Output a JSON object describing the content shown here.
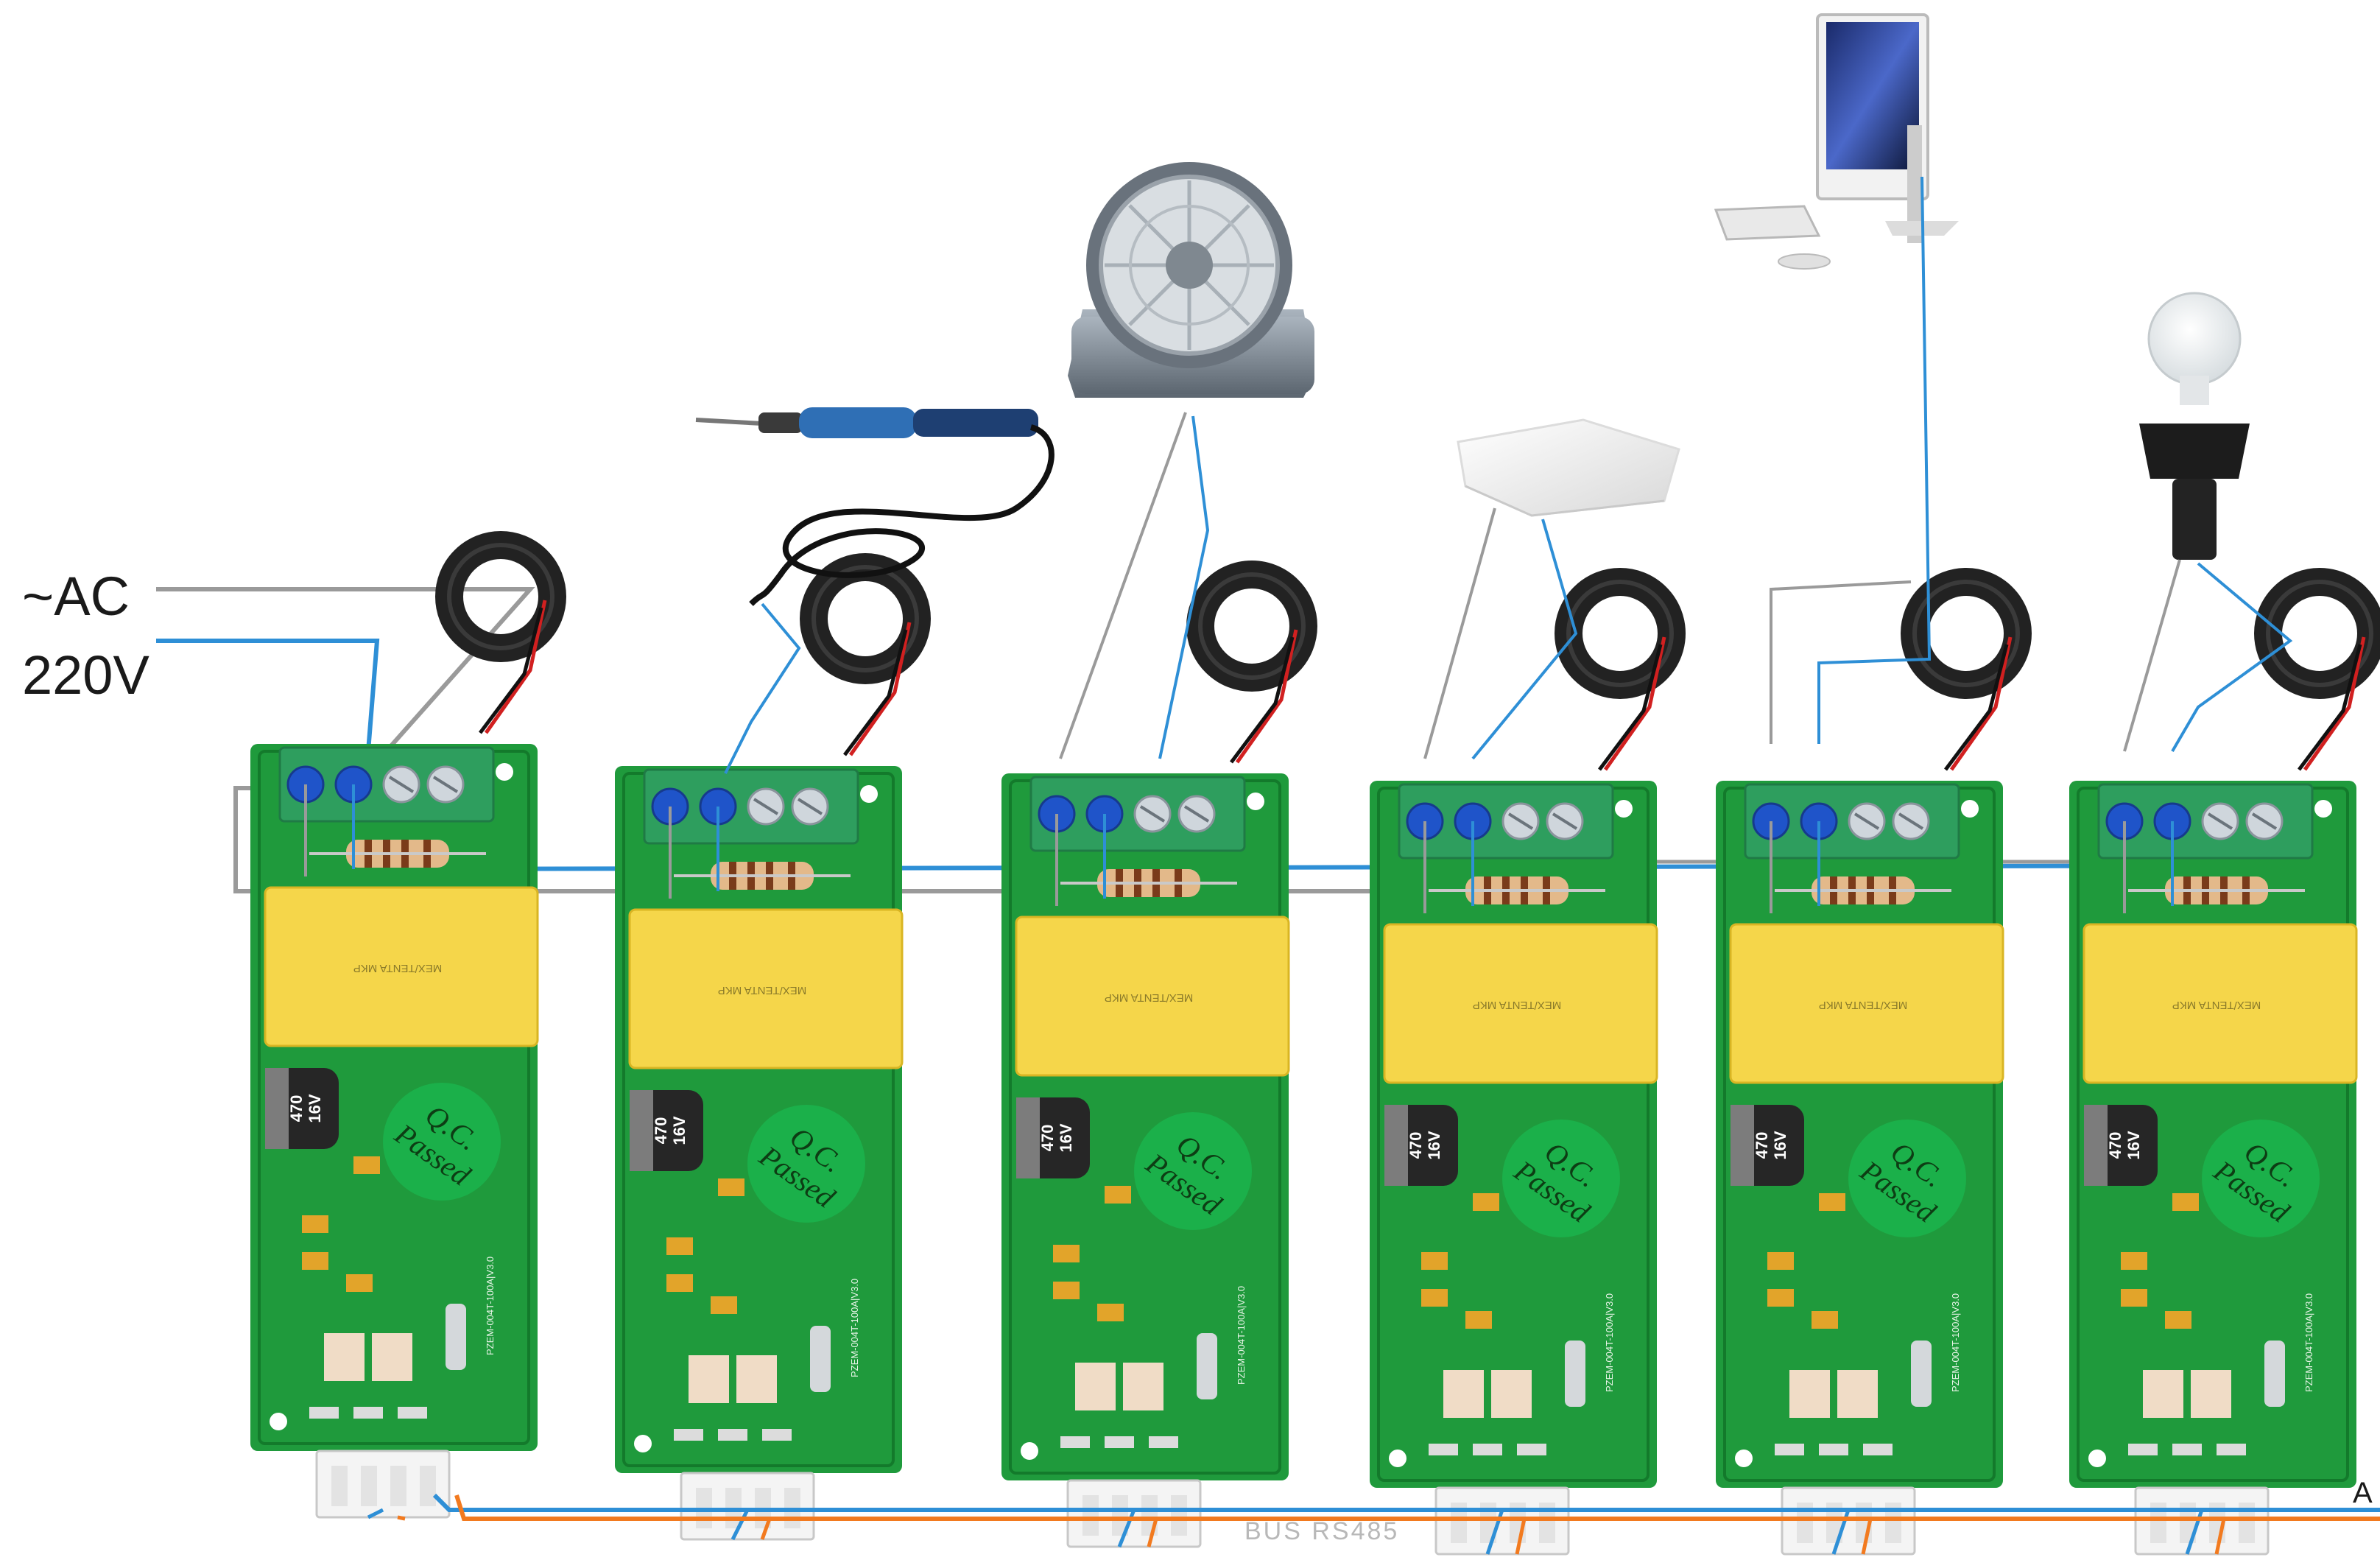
{
  "labels": {
    "ac": "~AC",
    "voltage": "220V",
    "bus": "BUS RS485",
    "edge": "A"
  },
  "module": {
    "qc_line1": "Q.C.",
    "qc_line2": "Passed",
    "cap_value": "470",
    "cap_voltage": "16V",
    "board_text": "PZEM-004T-100A|V3.0",
    "relay_text": "MEX/TENTA MKP"
  },
  "modules": [
    {
      "id": 1,
      "load": "none",
      "load_icon": "ac-mains-source"
    },
    {
      "id": 2,
      "load": "soldering iron",
      "load_icon": "soldering-iron-icon"
    },
    {
      "id": 3,
      "load": "electric fan",
      "load_icon": "fan-icon"
    },
    {
      "id": 4,
      "load": "ceiling lamp",
      "load_icon": "ceiling-lamp-icon"
    },
    {
      "id": 5,
      "load": "desktop computer",
      "load_icon": "computer-icon"
    },
    {
      "id": 6,
      "load": "light bulb",
      "load_icon": "light-bulb-icon"
    }
  ],
  "colors": {
    "pcb": "#1f9a3c",
    "pcb_dark": "#137a2b",
    "terminal_block": "#2e9e5e",
    "terminal_blue": "#1f54c9",
    "relay": "#f5d64a",
    "qc_sticker": "#1bb04a",
    "wire_blue": "#2e8fd6",
    "wire_gray": "#9a9a9a",
    "wire_orange": "#f27a1f",
    "coil": "#222222"
  }
}
